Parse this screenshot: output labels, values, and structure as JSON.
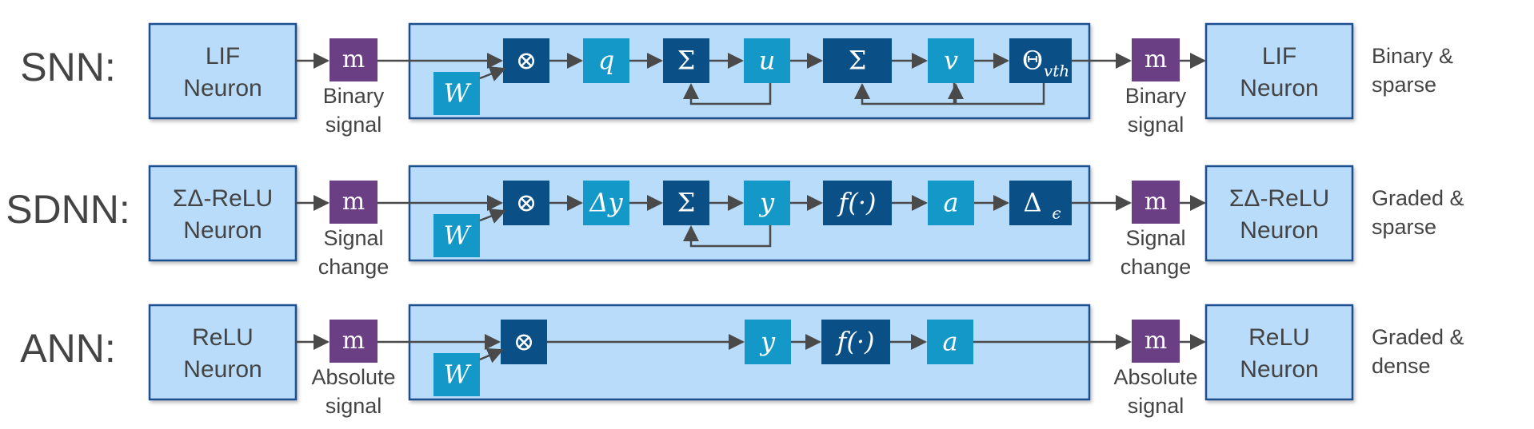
{
  "colors": {
    "light_box": "#b9dcfb",
    "box_border": "#1d4f8f",
    "dark_op": "#0a4f86",
    "teal_op": "#1498c8",
    "memory": "#6b3f84",
    "arrow": "#4a4a4a",
    "label_text": "#444444",
    "text_white": "#ffffff"
  },
  "rows": [
    {
      "label": "SNN:",
      "left_neuron": [
        "LIF",
        "Neuron"
      ],
      "right_neuron": [
        "LIF",
        "Neuron"
      ],
      "signal": [
        "Binary",
        "signal"
      ],
      "note": [
        "Binary &",
        "sparse"
      ],
      "memory_symbol": "m",
      "weight_symbol": "W",
      "ops": [
        {
          "symbol": "⊗",
          "style": "dark",
          "font": "upright"
        },
        {
          "symbol": "q",
          "style": "teal",
          "font": "math"
        },
        {
          "symbol": "Σ",
          "style": "dark",
          "font": "upright"
        },
        {
          "symbol": "u",
          "style": "teal",
          "font": "math"
        },
        {
          "symbol": "Σ",
          "style": "dark",
          "font": "upright"
        },
        {
          "symbol": "v",
          "style": "teal",
          "font": "math"
        },
        {
          "symbol": "Θ",
          "sub": "vth",
          "style": "dark",
          "font": "upright"
        }
      ]
    },
    {
      "label": "SDNN:",
      "left_neuron": [
        "ΣΔ-ReLU",
        "Neuron"
      ],
      "right_neuron": [
        "ΣΔ-ReLU",
        "Neuron"
      ],
      "signal": [
        "Signal",
        "change"
      ],
      "note": [
        "Graded &",
        "sparse"
      ],
      "memory_symbol": "m",
      "weight_symbol": "W",
      "ops": [
        {
          "symbol": "⊗",
          "style": "dark",
          "font": "upright"
        },
        {
          "symbol": "Δy",
          "style": "teal",
          "font": "math"
        },
        {
          "symbol": "Σ",
          "style": "dark",
          "font": "upright"
        },
        {
          "symbol": "y",
          "style": "teal",
          "font": "math"
        },
        {
          "symbol": "f(·)",
          "style": "dark",
          "font": "math"
        },
        {
          "symbol": "a",
          "style": "teal",
          "font": "math"
        },
        {
          "symbol": "Δ",
          "sub": "ϵ",
          "style": "dark",
          "font": "upright"
        }
      ]
    },
    {
      "label": "ANN:",
      "left_neuron": [
        "ReLU",
        "Neuron"
      ],
      "right_neuron": [
        "ReLU",
        "Neuron"
      ],
      "signal": [
        "Absolute",
        "signal"
      ],
      "note": [
        "Graded &",
        "dense"
      ],
      "memory_symbol": "m",
      "weight_symbol": "W",
      "ops": [
        {
          "symbol": "⊗",
          "style": "dark",
          "font": "upright"
        },
        {
          "symbol": "y",
          "style": "teal",
          "font": "math"
        },
        {
          "symbol": "f(·)",
          "style": "dark",
          "font": "math"
        },
        {
          "symbol": "a",
          "style": "teal",
          "font": "math"
        }
      ]
    }
  ]
}
